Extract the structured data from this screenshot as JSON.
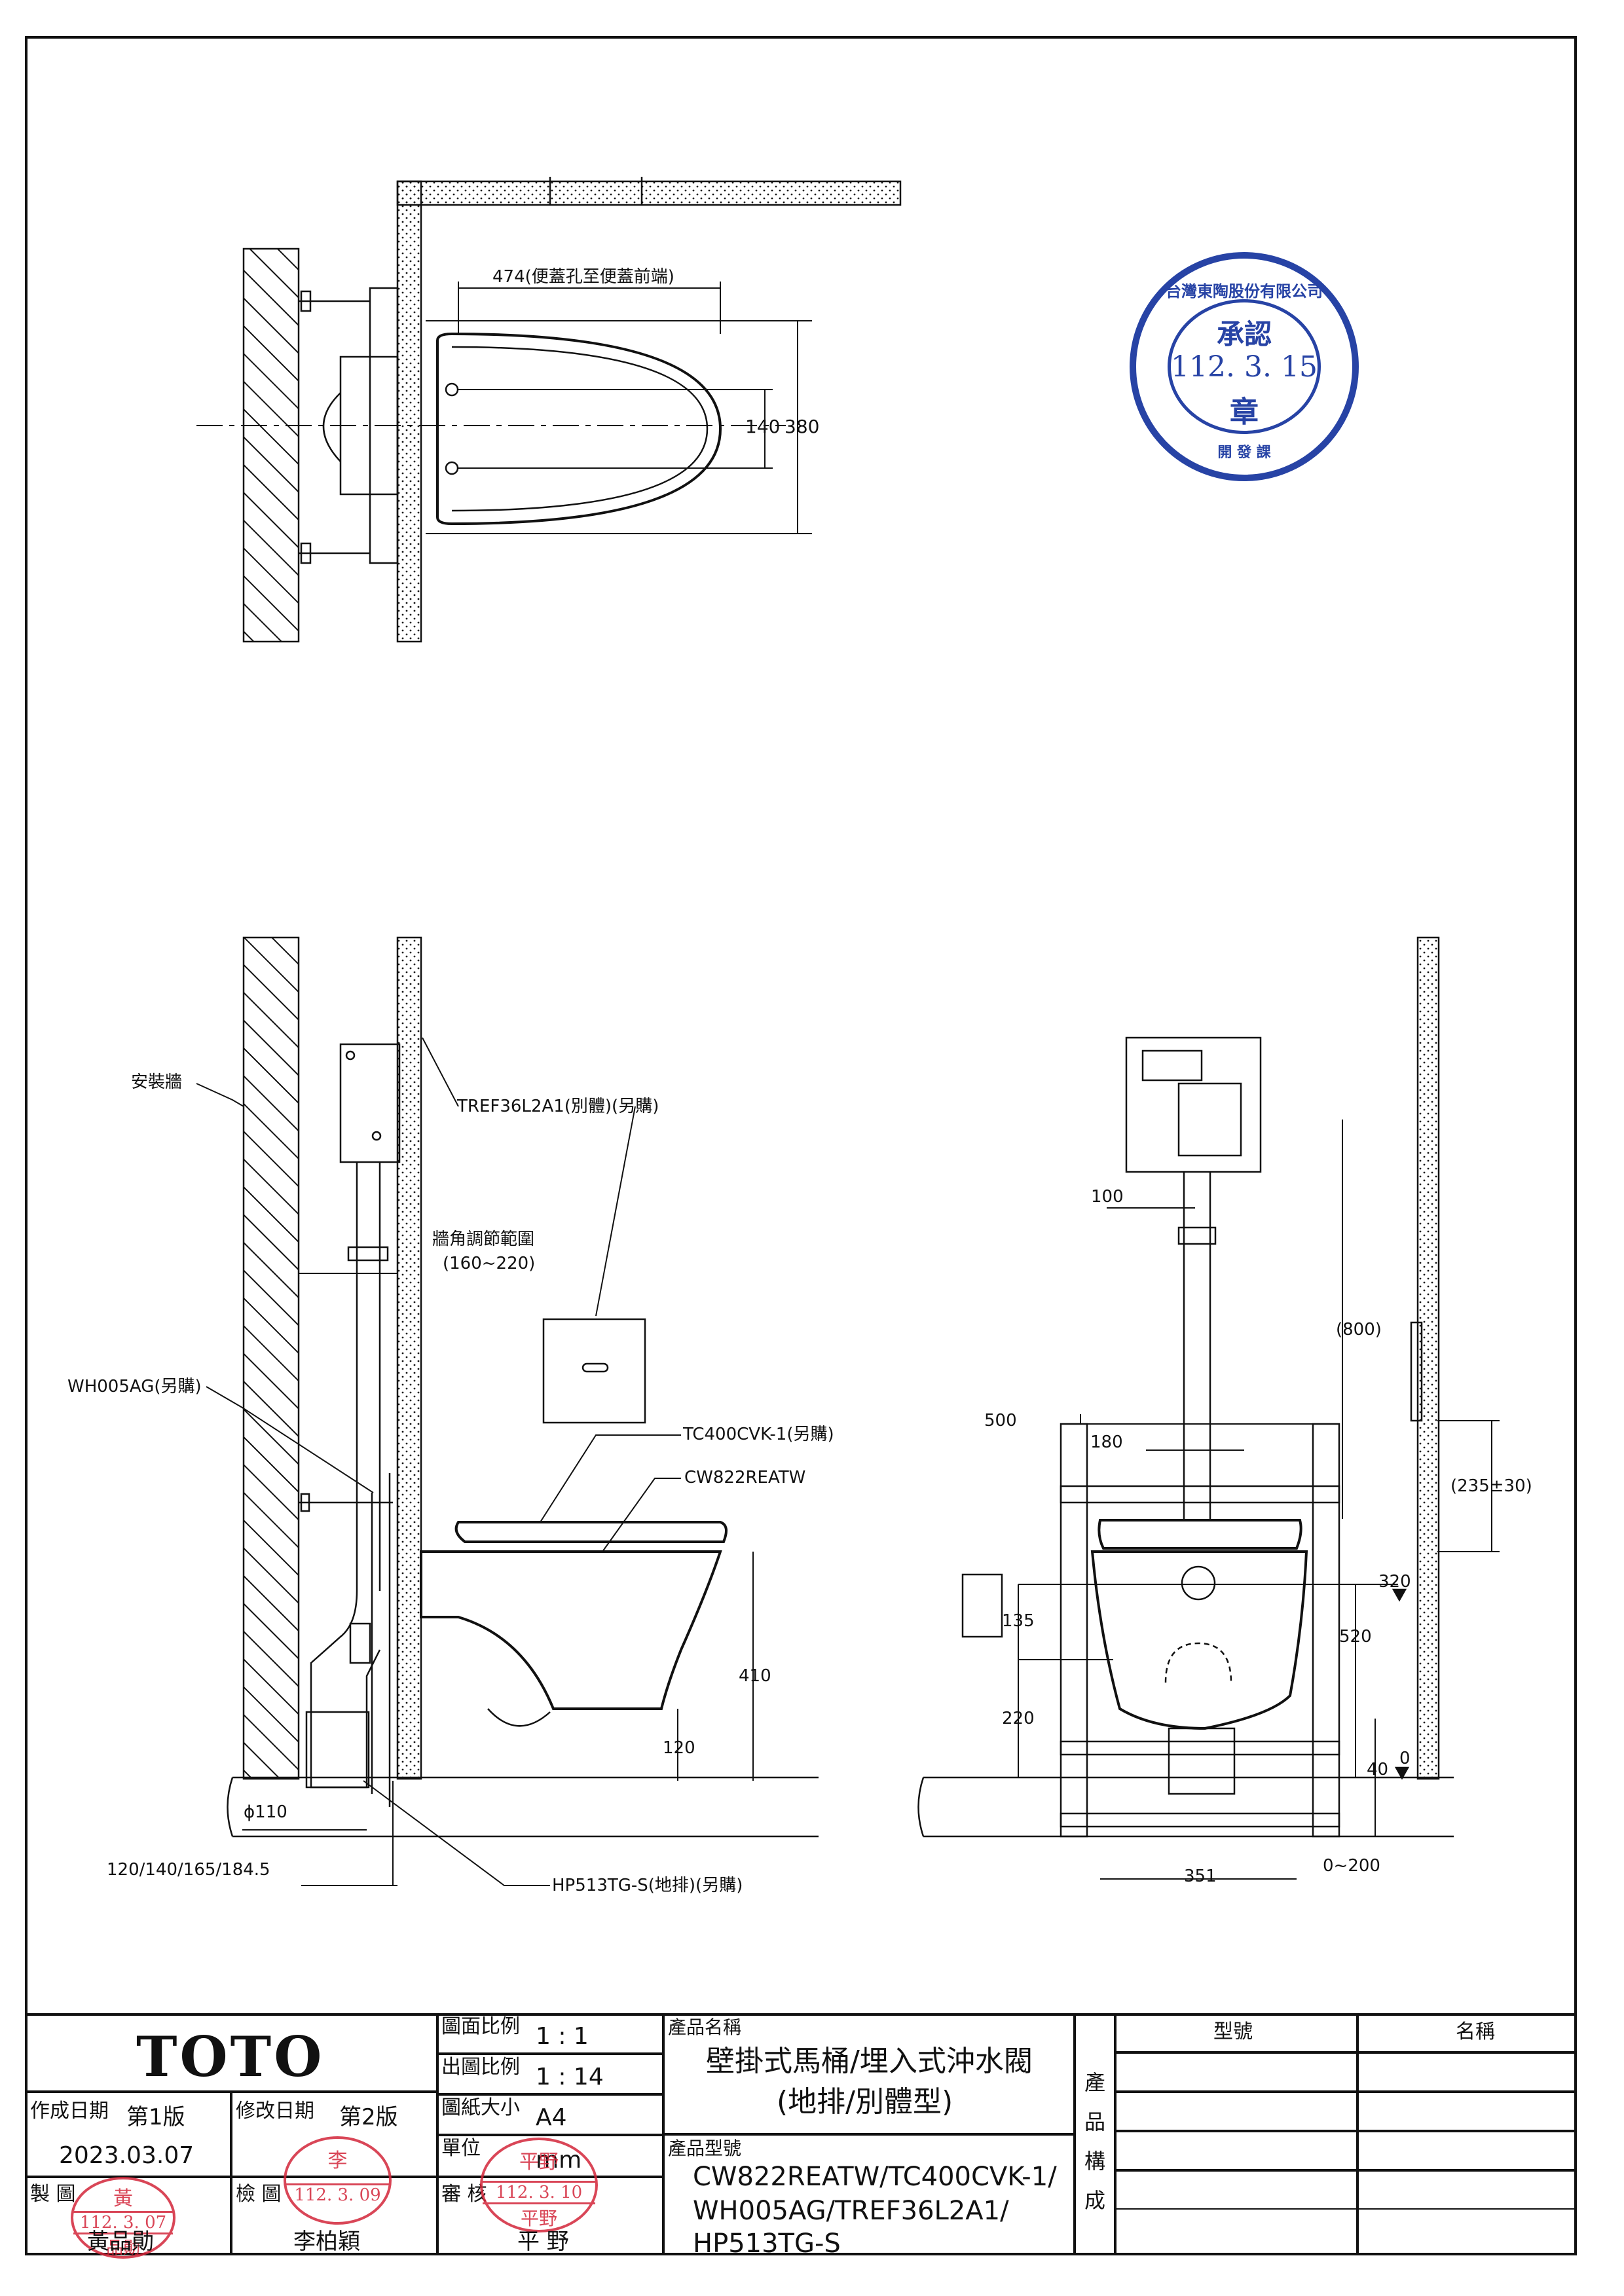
{
  "top_view": {
    "dim_474": "474(便蓋孔至便蓋前端)",
    "dim_140": "140",
    "dim_380": "380"
  },
  "side_view": {
    "wall_label": "安裝牆",
    "tref_label": "TREF36L2A1(別體)(另購)",
    "range_label_1": "牆角調節範圍",
    "range_label_2": "(160~220)",
    "wh_label": "WH005AG(另購)",
    "tc_label": "TC400CVK-1(另購)",
    "cw_label": "CW822REATW",
    "dim_410": "410",
    "dim_120": "120",
    "dim_phi110": "ϕ110",
    "dim_offsets": "120/140/165/184.5",
    "hp_label": "HP513TG-S(地排)(另購)"
  },
  "front_view": {
    "dim_100": "100",
    "dim_800": "(800)",
    "dim_500": "500",
    "dim_180": "180",
    "dim_235": "(235±30)",
    "dim_320": "320",
    "dim_135": "135",
    "dim_520": "520",
    "dim_220": "220",
    "dim_0": "0",
    "dim_40": "40",
    "dim_351": "351",
    "dim_0_200": "0~200"
  },
  "approval_stamp": {
    "ring_text": "台灣東陶股份有限公司",
    "top": "承認",
    "date": "112. 3. 15",
    "bottom": "章",
    "dept": "開 發 課"
  },
  "title_block": {
    "logo": "TOTO",
    "created_date_label": "作成日期",
    "edition1": "第1版",
    "created_date": "2023.03.07",
    "revised_date_label": "修改日期",
    "edition2": "第2版",
    "drawn_label": "製 圖",
    "drawn_stamp_top": "黃",
    "drawn_stamp_date": "112. 3. 07",
    "drawn_stamp_name": "品勛",
    "drawn_name": "黃品勛",
    "check_label": "檢 圖",
    "check_stamp_top": "李",
    "check_stamp_date": "112. 3. 09",
    "check_name": "李柏穎",
    "review_label": "審 核",
    "review_stamp_top": "平野",
    "review_stamp_date": "112. 3. 10",
    "review_stamp_name": "平野",
    "review_name": "平 野",
    "scale_label": "圖面比例",
    "scale_value": "1 : 1",
    "print_scale_label": "出圖比例",
    "print_scale_value": "1 : 14",
    "paper_label": "圖紙大小",
    "paper_value": "A4",
    "unit_label": "單位",
    "unit_value": "mm",
    "product_name_label": "產品名稱",
    "product_name_1": "壁掛式馬桶/埋入式沖水閥",
    "product_name_2": "(地排/別體型)",
    "product_model_label": "產品型號",
    "product_model_1": "CW822REATW/TC400CVK-1/",
    "product_model_2": "WH005AG/TREF36L2A1/",
    "product_model_3": "HP513TG-S",
    "composition_label_1": "產",
    "composition_label_2": "品",
    "composition_label_3": "構",
    "composition_label_4": "成",
    "model_header": "型號",
    "name_header": "名稱"
  }
}
